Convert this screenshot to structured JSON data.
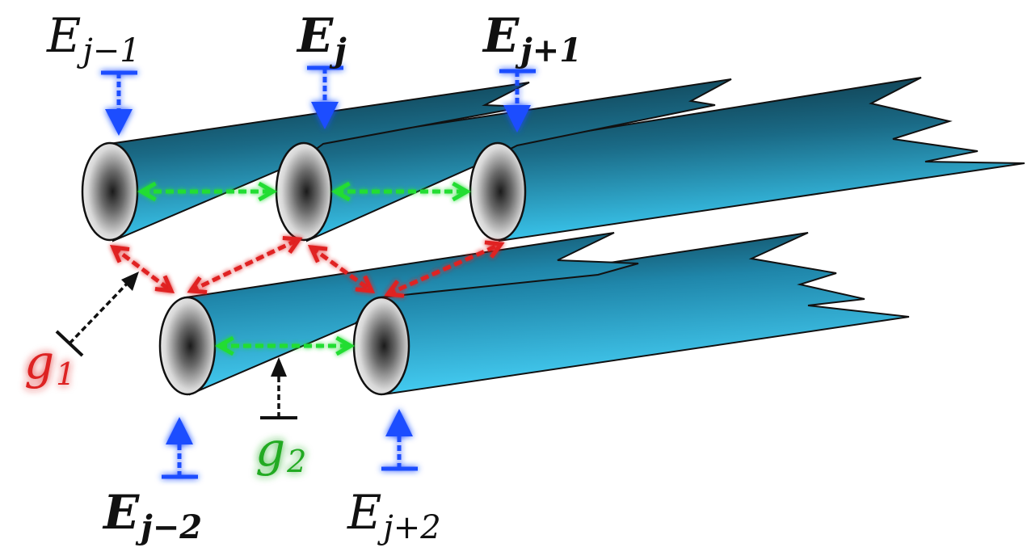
{
  "labels": {
    "e_jm1": {
      "base": "E",
      "sub": "j−1"
    },
    "e_j": {
      "base": "E",
      "sub": "j"
    },
    "e_jp1": {
      "base": "E",
      "sub": "j+1"
    },
    "e_jm2": {
      "base": "E",
      "sub": "j−2"
    },
    "e_jp2": {
      "base": "E",
      "sub": "j+2"
    },
    "g1": {
      "base": "g",
      "sub": "1"
    },
    "g2": {
      "base": "g",
      "sub": "2"
    }
  },
  "colors": {
    "pump_arrow": "#1f4dff",
    "intra_row_coupling": "#22dd33",
    "inter_row_coupling": "#e02020",
    "g1_text": "#dd2222",
    "g2_text": "#22aa22",
    "waveguide_dark": "#0e3a4a",
    "waveguide_light": "#35c8f2",
    "outline": "#111111"
  }
}
